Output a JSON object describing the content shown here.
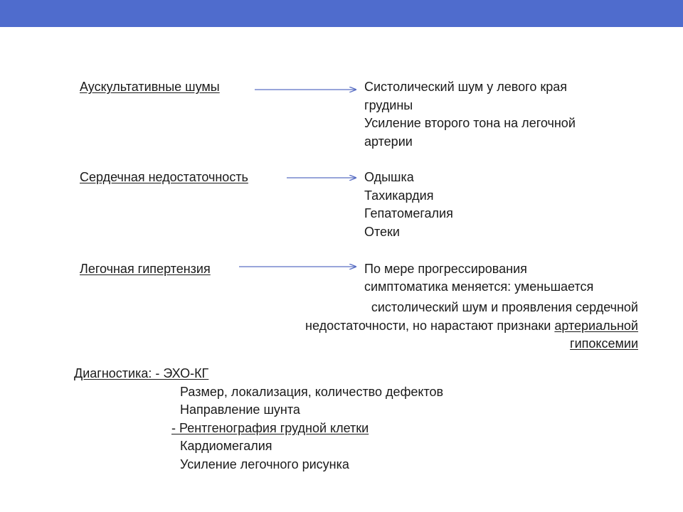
{
  "colors": {
    "header_bar": "#4f6ccd",
    "arrow": "#5a6fc4"
  },
  "rows": [
    {
      "label": "Аускультативные шумы",
      "items": [
        "Систолический шум у левого края",
        "грудины",
        "Усиление второго тона на легочной",
        "артерии"
      ]
    },
    {
      "label": "Сердечная недостаточность",
      "items": [
        "Одышка",
        "Тахикардия",
        "Гепатомегалия",
        "Отеки"
      ]
    },
    {
      "label": "Легочная гипертензия",
      "items": [
        "По мере прогрессирования",
        "симптоматика меняется: уменьшается",
        "систолический шум и проявления сердечной",
        "недостаточности, но нарастают признаки ",
        "артериальной",
        "гипоксемии"
      ]
    }
  ],
  "diagnostics": {
    "heading": "Диагностика: - ЭХО-КГ",
    "echo_items": [
      "Размер, локализация, количество дефектов",
      "Направление шунта"
    ],
    "xray_heading": "- Рентгенография грудной клетки",
    "xray_items": [
      "Кардиомегалия",
      "Усиление легочного рисунка"
    ]
  }
}
